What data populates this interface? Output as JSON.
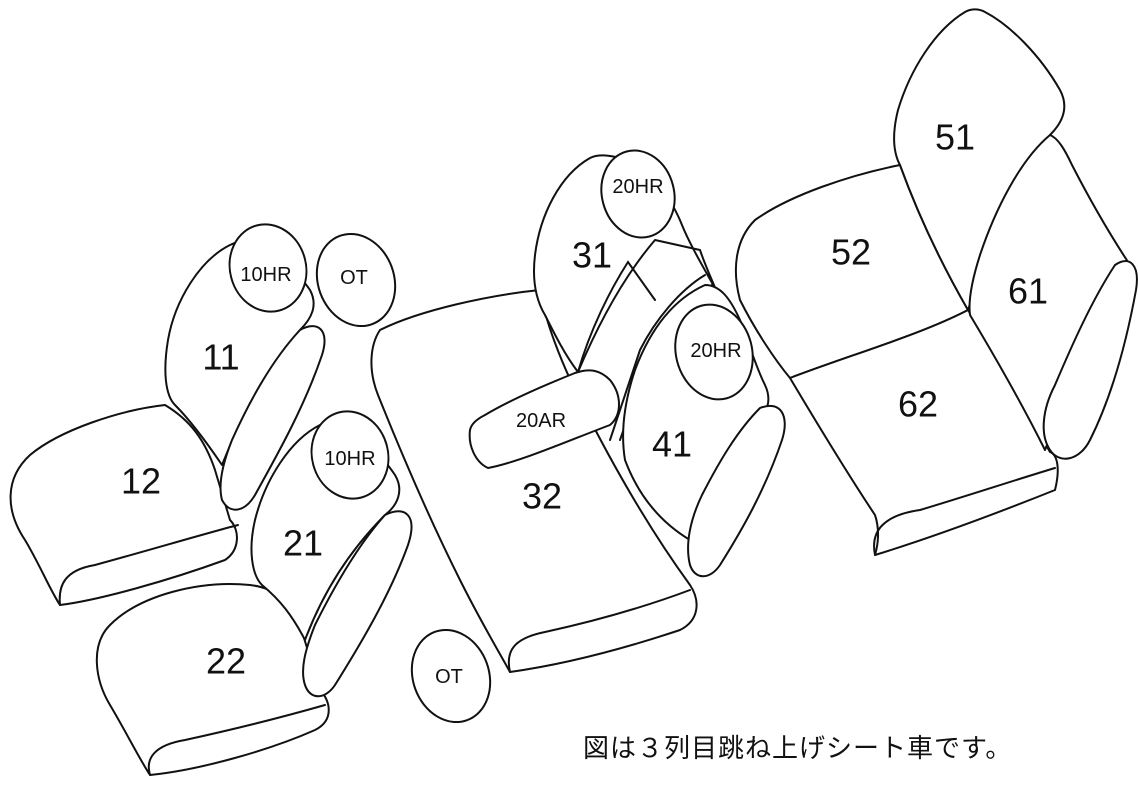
{
  "labels": {
    "s11": "11",
    "s12": "12",
    "s21": "21",
    "s22": "22",
    "s31": "31",
    "s32": "32",
    "s41": "41",
    "s51": "51",
    "s52": "52",
    "s61": "61",
    "s62": "62",
    "hr1a": "10HR",
    "hr1b": "10HR",
    "hr2a": "20HR",
    "hr2b": "20HR",
    "ar": "20AR",
    "ot1": "OT",
    "ot2": "OT"
  },
  "caption": "図は３列目跳ね上げシート車です。",
  "colors": {
    "line": "#111111",
    "background": "#ffffff"
  }
}
